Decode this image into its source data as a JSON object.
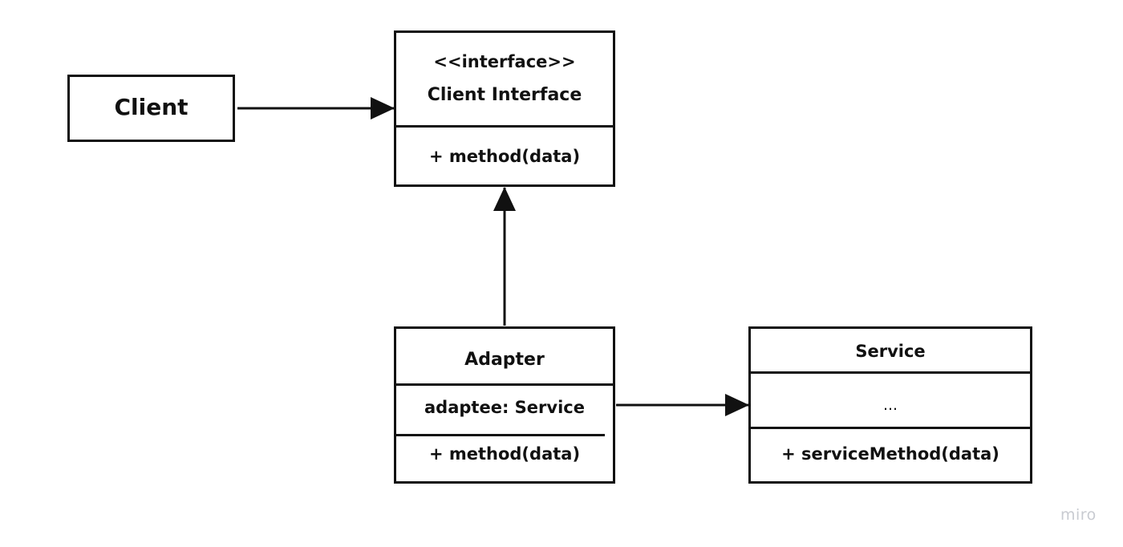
{
  "client": {
    "title": "Client"
  },
  "client_interface": {
    "stereotype": "<<interface>>",
    "title": "Client Interface",
    "operation": "+ method(data)"
  },
  "adapter": {
    "title": "Adapter",
    "attribute": "adaptee: Service",
    "operation": "+ method(data)"
  },
  "service": {
    "title": "Service",
    "attribute": "...",
    "operation": "+ serviceMethod(data)"
  },
  "relations": [
    {
      "from": "Client",
      "to": "Client Interface"
    },
    {
      "from": "Adapter",
      "to": "Client Interface"
    },
    {
      "from": "Adapter",
      "to": "Service"
    }
  ],
  "colors": {
    "stroke": "#111111",
    "background": "#ffffff",
    "watermark": "#c8cbd1"
  },
  "watermark": "miro"
}
